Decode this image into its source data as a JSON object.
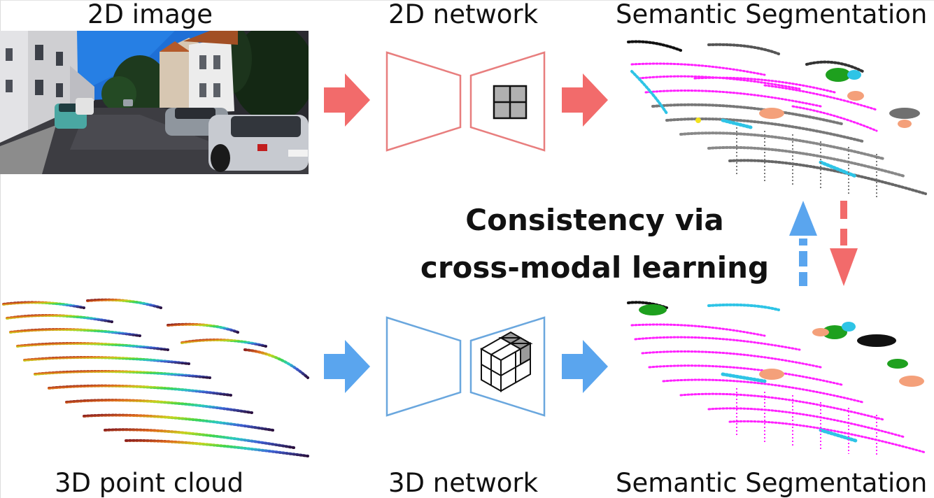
{
  "labels": {
    "image_2d": "2D image",
    "network_2d": "2D network",
    "seg_top": "Semantic Segmentation",
    "point_cloud_3d": "3D point cloud",
    "network_3d": "3D network",
    "seg_bottom": "Semantic Segmentation"
  },
  "center_text": {
    "line1": "Consistency via",
    "line2": "cross-modal learning"
  },
  "colors": {
    "branch_2d": "#f26b6b",
    "branch_3d": "#5aa5ee",
    "network_2d_outline": "#e87e7e",
    "network_3d_outline": "#6aa7de",
    "class_road": "#ff20ff",
    "class_car": "#2ec4e6",
    "class_vegetation": "#1ea01e",
    "class_building": "#f4a07a",
    "class_other": "#707070"
  },
  "icons": {
    "grid_2d": "2x2-grid-icon",
    "voxel_3d": "2x2x2-voxel-cube-icon"
  }
}
